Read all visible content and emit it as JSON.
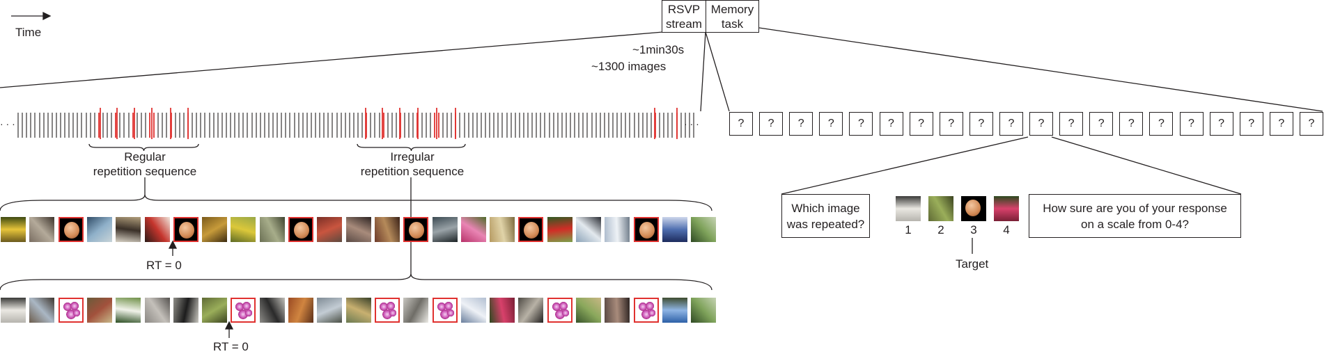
{
  "time_label": "Time",
  "phases": {
    "rsvp_line1": "RSVP",
    "rsvp_line2": "stream",
    "memory_line1": "Memory",
    "memory_line2": "task"
  },
  "stream_info": {
    "duration": "~1min30s",
    "count": "~1300 images"
  },
  "ellipsis": "· · ·",
  "regular_label": {
    "line1": "Regular",
    "line2": "repetition sequence"
  },
  "irregular_label": {
    "line1": "Irregular",
    "line2": "repetition sequence"
  },
  "rt_label": "RT = 0",
  "question_mark": "?",
  "question_count": 20,
  "memory_task": {
    "question1_line1": "Which image",
    "question1_line2": "was repeated?",
    "options": [
      "1",
      "2",
      "3",
      "4"
    ],
    "target_label": "Target",
    "question2_line1": "How sure are you of your response",
    "question2_line2": "on a scale from 0-4?"
  },
  "colors": {
    "line": "#231f20",
    "target_red": "#e0312f"
  },
  "regular_row": [
    "yellow-flowers",
    "rock",
    "egg",
    "water",
    "gift",
    "kitchen",
    "egg",
    "tray",
    "yellow-tree",
    "stone-wall",
    "egg",
    "red-fabric",
    "crowd",
    "market",
    "egg",
    "bicycle",
    "pink-flower",
    "cushion",
    "egg",
    "red-flowers",
    "person",
    "snow-field",
    "egg",
    "blue-screen",
    "forest"
  ],
  "irregular_row": [
    "gallery",
    "ruins",
    "orchid",
    "grapes",
    "white-flowers",
    "pavement",
    "lizard",
    "grass",
    "orchid",
    "dial",
    "leaves",
    "street",
    "bowls",
    "orchid",
    "necklace",
    "orchid",
    "snow",
    "roses",
    "computer-room",
    "orchid",
    "garden",
    "crowd",
    "orchid",
    "blue-sky",
    "forest"
  ]
}
